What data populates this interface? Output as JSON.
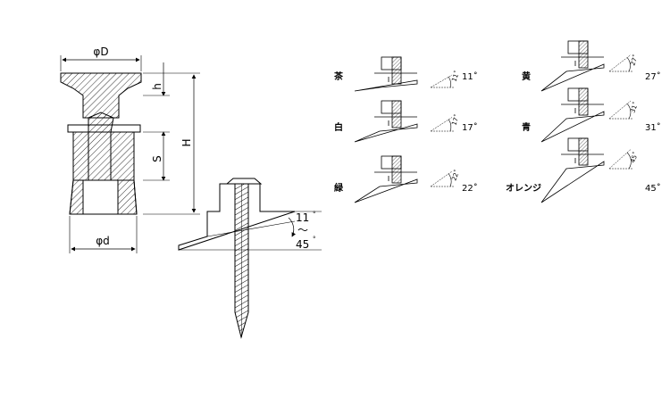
{
  "dimensions": {
    "head_diameter": "φD",
    "shank_diameter": "φd",
    "head_height": "h",
    "socket_depth": "S",
    "total_height": "H"
  },
  "installed_view": {
    "angle_min": "11",
    "angle_tilde": "〜",
    "angle_max": "45",
    "degree_mark": "°"
  },
  "variants": [
    {
      "color": "茶",
      "angle": "11˚",
      "small": "11˚"
    },
    {
      "color": "白",
      "angle": "17˚",
      "small": "17˚"
    },
    {
      "color": "緑",
      "angle": "22˚",
      "small": "22˚"
    },
    {
      "color": "黄",
      "angle": "27˚",
      "small": "27˚"
    },
    {
      "color": "青",
      "angle": "31˚",
      "small": "31˚"
    },
    {
      "color": "オレンジ",
      "angle": "45˚",
      "small": "45˚"
    }
  ]
}
